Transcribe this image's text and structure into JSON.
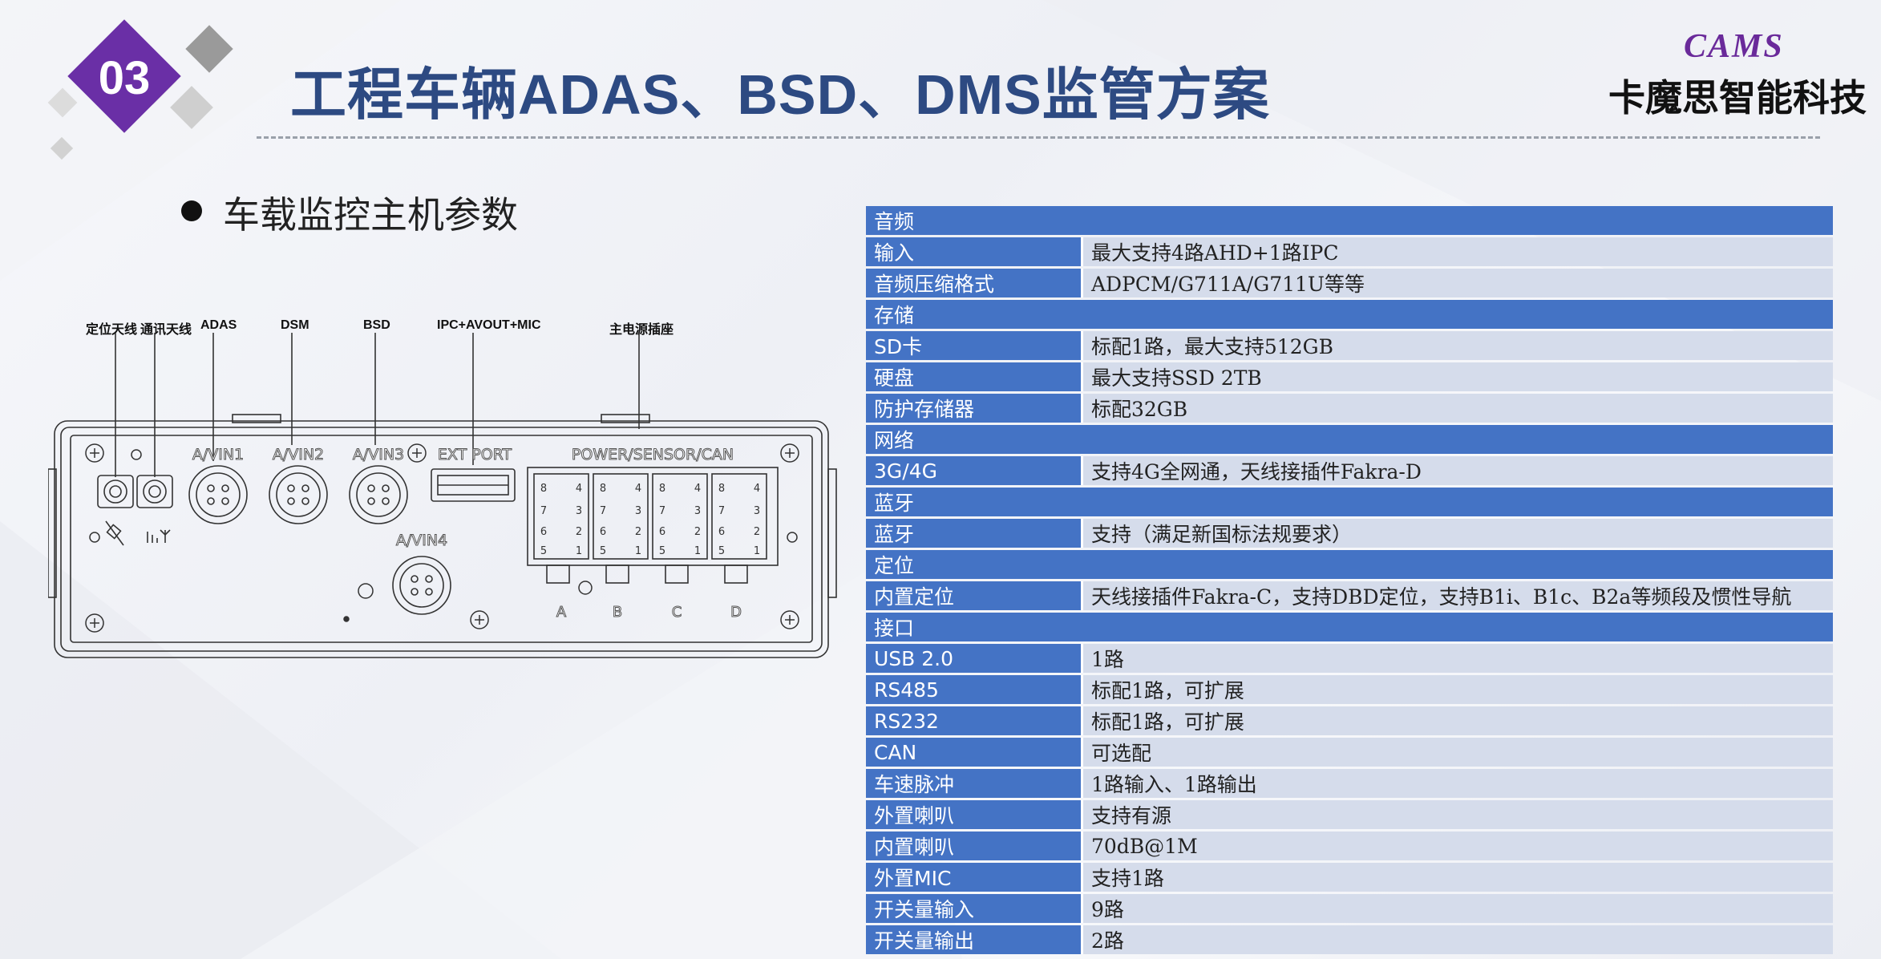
{
  "header": {
    "section_number": "03",
    "title": "工程车辆ADAS、BSD、DMS监管方案",
    "brand_logo": "CAMS",
    "brand_name": "卡魔思智能科技"
  },
  "bullet": {
    "text": "车载监控主机参数"
  },
  "device": {
    "callouts": [
      "定位天线",
      "通讯天线",
      "ADAS",
      "DSM",
      "BSD",
      "IPC+AVOUT+MIC",
      "主电源插座"
    ],
    "panel_labels": [
      "A/VIN1",
      "A/VIN2",
      "A/VIN3",
      "EXT PORT",
      "POWER/SENSOR/CAN",
      "A/VIN4"
    ],
    "connector_letters": [
      "A",
      "B",
      "C",
      "D"
    ],
    "pin_digits": [
      "8",
      "4",
      "7",
      "3",
      "6",
      "2",
      "5",
      "1"
    ]
  },
  "spec_table": [
    {
      "section": "音频"
    },
    {
      "key": "输入",
      "value": "最大支持4路AHD+1路IPC"
    },
    {
      "key": "音频压缩格式",
      "value": "ADPCM/G711A/G711U等等"
    },
    {
      "section": "存储"
    },
    {
      "key": "SD卡",
      "value": "标配1路，最大支持512GB"
    },
    {
      "key": "硬盘",
      "value": "最大支持SSD 2TB"
    },
    {
      "key": "防护存储器",
      "value": "标配32GB"
    },
    {
      "section": "网络"
    },
    {
      "key": "3G/4G",
      "value": "支持4G全网通，天线接插件Fakra-D"
    },
    {
      "section": "蓝牙"
    },
    {
      "key": "蓝牙",
      "value": "支持（满足新国标法规要求）"
    },
    {
      "section": "定位"
    },
    {
      "key": "内置定位",
      "value": "天线接插件Fakra-C，支持DBD定位，支持B1i、B1c、B2a等频段及惯性导航"
    },
    {
      "section": "接口"
    },
    {
      "key": "USB 2.0",
      "value": "1路"
    },
    {
      "key": "RS485",
      "value": "标配1路，可扩展"
    },
    {
      "key": "RS232",
      "value": "标配1路，可扩展"
    },
    {
      "key": "CAN",
      "value": "可选配"
    },
    {
      "key": "车速脉冲",
      "value": "1路输入、1路输出"
    },
    {
      "key": "外置喇叭",
      "value": "支持有源"
    },
    {
      "key": "内置喇叭",
      "value": "70dB@1M"
    },
    {
      "key": "外置MIC",
      "value": "支持1路"
    },
    {
      "key": "开关量输入",
      "value": "9路"
    },
    {
      "key": "开关量输出",
      "value": "2路"
    }
  ],
  "colors": {
    "title": "#2d4a82",
    "badge": "#6a2fa6",
    "table_header": "#4473c5",
    "table_value_bg": "#d5dceb",
    "brand_logo": "#6a2a9a"
  }
}
